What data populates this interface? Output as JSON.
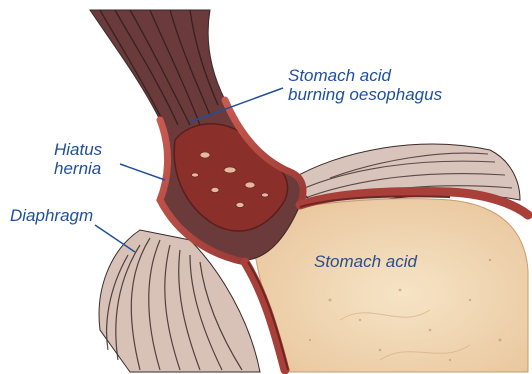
{
  "labels": {
    "stomach_acid_burning": {
      "line1": "Stomach acid",
      "line2": "burning oesophagus"
    },
    "hiatus_hernia": {
      "line1": "Hiatus",
      "line2": "hernia"
    },
    "diaphragm": "Diaphragm",
    "stomach_acid": "Stomach acid"
  },
  "colors": {
    "label_text": "#1f4f9c",
    "leader_line": "#1f4f9c",
    "oesophagus_wall": "#b5453f",
    "oesophagus_inner": "#7a2a26",
    "muscle_fiber": "#3a2a28",
    "stomach_fill": "#f1d8b3",
    "background": "#ffffff"
  }
}
